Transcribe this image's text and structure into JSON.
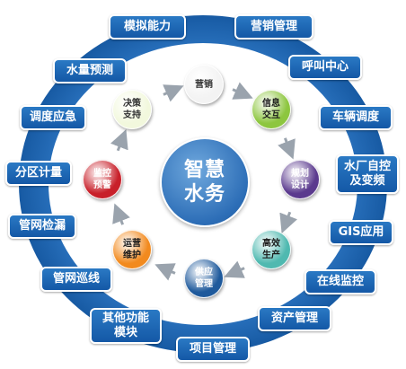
{
  "hub": {
    "label": "智慧\n水务"
  },
  "outer_ring": [
    "模拟能力",
    "营销管理",
    "水量预测",
    "呼叫中心",
    "调度应急",
    "车辆调度",
    "分区计量",
    "水厂自控\n及变频",
    "管网检漏",
    "GIS应用",
    "管网巡线",
    "在线监控",
    "其他功能\n模块",
    "资产管理",
    "项目管理"
  ],
  "inner_cycle": [
    {
      "label": "营销",
      "color": "#f3f3f3",
      "text_color": "#333333"
    },
    {
      "label": "信息\n交互",
      "color": "#8dc63f",
      "text_color": "#1a1a1a"
    },
    {
      "label": "规划\n设计",
      "color": "#5b3a8e",
      "text_color": "#ffffff"
    },
    {
      "label": "高效\n生产",
      "color": "#4fb9b0",
      "text_color": "#1a1a1a"
    },
    {
      "label": "供应\n管理",
      "color": "#1f5a9c",
      "text_color": "#ffffff"
    },
    {
      "label": "运营\n维护",
      "color": "#f28a1e",
      "text_color": "#1a1a1a"
    },
    {
      "label": "监控\n预警",
      "color": "#c8202a",
      "text_color": "#ffffff"
    },
    {
      "label": "决策\n支持",
      "color": "#f2f8dd",
      "text_color": "#333333"
    }
  ],
  "colors": {
    "outer_ring": "#1e67b4",
    "box": "#1c63b0",
    "arrow": "#9aa3ad"
  }
}
